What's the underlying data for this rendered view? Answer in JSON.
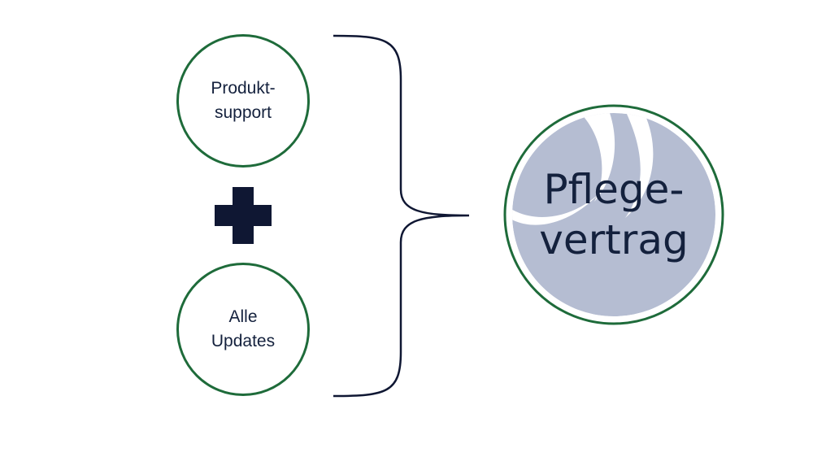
{
  "left_items": [
    {
      "line1": "Produkt-",
      "line2": "support"
    },
    {
      "line1": "Alle",
      "line2": "Updates"
    }
  ],
  "result": {
    "line1": "Pflege-",
    "line2": "vertrag"
  },
  "colors": {
    "circle_border": "#1e6b3a",
    "text": "#14213d",
    "plus": "#0f1733",
    "brace": "#0f1733",
    "result_fill": "#b5bdd2"
  },
  "icons": {
    "operator": "plus-icon",
    "grouping": "curly-brace"
  }
}
